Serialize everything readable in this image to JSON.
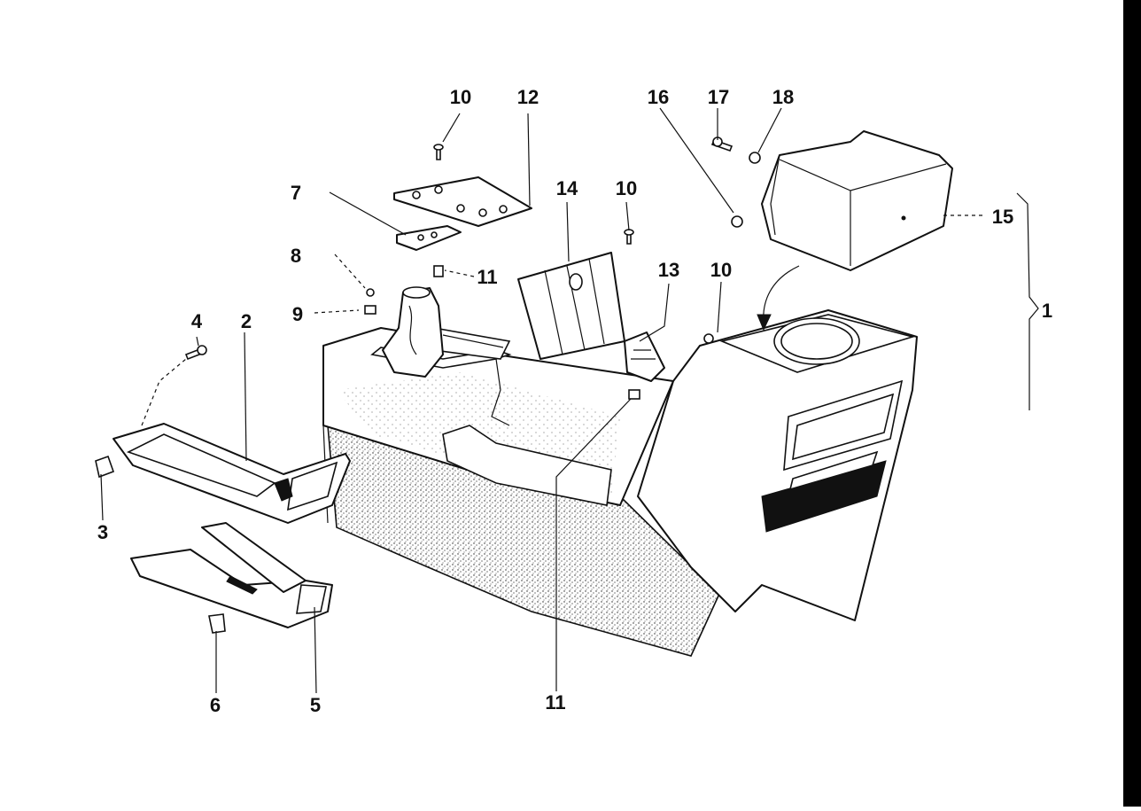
{
  "diagram": {
    "callouts": [
      "1",
      "2",
      "3",
      "4",
      "5",
      "6",
      "7",
      "8",
      "9",
      "10",
      "10",
      "10",
      "11",
      "11",
      "12",
      "13",
      "14",
      "15",
      "16",
      "17",
      "18"
    ]
  }
}
